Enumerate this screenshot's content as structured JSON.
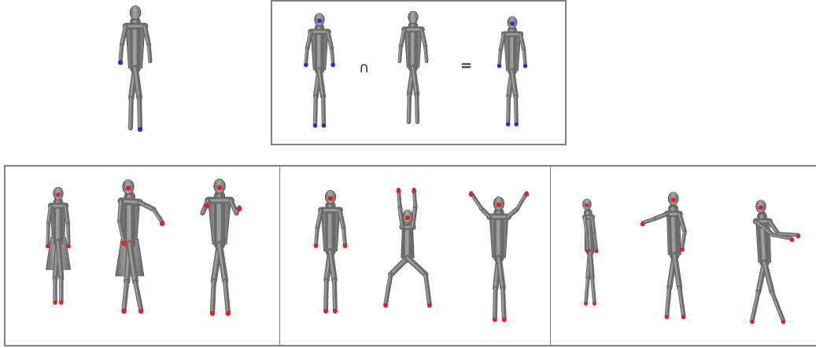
{
  "operators": {
    "intersection": "∩",
    "equals": "="
  },
  "colors": {
    "frame_border": "#7f7f7f",
    "body_dark": "#6b6b6b",
    "body_light": "#a9a9a9",
    "marker_blue": "#2b2bd0",
    "marker_red": "#e0202a"
  },
  "figures": {
    "reference": {
      "pose": "a-pose",
      "markers": "blue"
    },
    "intersection_input_a": {
      "pose": "a-pose",
      "markers": "blue"
    },
    "intersection_input_b": {
      "pose": "a-pose",
      "markers": "none"
    },
    "intersection_result": {
      "pose": "a-pose",
      "markers": "blue"
    },
    "clothing_dress": {
      "pose": "standing-dress",
      "markers": "red"
    },
    "clothing_skirt": {
      "pose": "arm-raised-skirt",
      "markers": "red"
    },
    "clothing_loose": {
      "pose": "arms-bent-loose",
      "markers": "red"
    },
    "pose_standing": {
      "pose": "a-pose",
      "markers": "red"
    },
    "pose_squat": {
      "pose": "squat-arms-up",
      "markers": "red"
    },
    "pose_arms_up": {
      "pose": "arms-raised",
      "markers": "red"
    },
    "view_side": {
      "pose": "side-view",
      "markers": "red"
    },
    "view_three_quarter": {
      "pose": "reaching-side",
      "markers": "red"
    },
    "view_walking": {
      "pose": "walking-reach",
      "markers": "red"
    }
  }
}
